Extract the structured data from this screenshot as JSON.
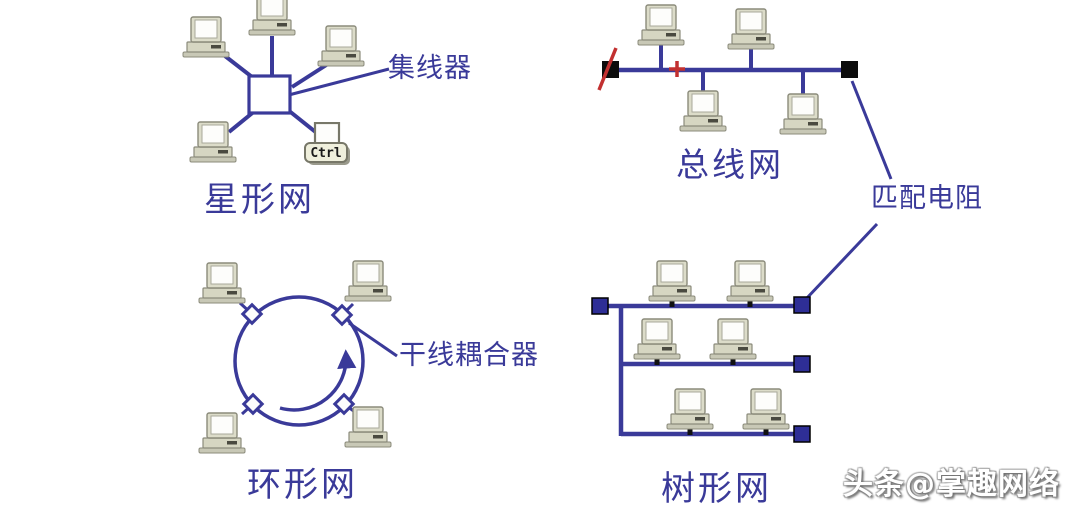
{
  "page": {
    "background": "#FFFFFF",
    "watermark_text": "头条@掌趣网络"
  },
  "colors": {
    "diagram_line": "#3A3A99",
    "label_text": "#3A3A99",
    "terminator_black": "#0C0C0C",
    "tree_node_blue": "#2E2E96",
    "red_mark": "#C23030",
    "computer_body": "#D9D9C6",
    "computer_base": "#C8C8B6",
    "screen_white": "#FDFDFB"
  },
  "icons": {
    "computer": "computer-icon",
    "control_terminal": "ctrl-terminal-icon",
    "hub": "hub-square-icon",
    "bus_terminator": "terminator-square-icon",
    "tree_node": "tree-node-square-icon",
    "trunk_coupler": "coupler-diamond-icon",
    "ring_direction": "direction-arrow-icon",
    "fault_slash": "red-slash-icon",
    "tap_cross": "red-cross-icon"
  },
  "star": {
    "caption": "星形网",
    "hub_label": "集线器",
    "ctrl_text": "Ctrl",
    "computer_count": 4
  },
  "bus": {
    "caption": "总线网",
    "resistor_label": "匹配电阻",
    "computer_count": 4
  },
  "ring": {
    "caption": "环形网",
    "coupler_label": "干线耦合器",
    "computer_count": 4
  },
  "tree": {
    "caption": "树形网",
    "computer_count": 6
  }
}
